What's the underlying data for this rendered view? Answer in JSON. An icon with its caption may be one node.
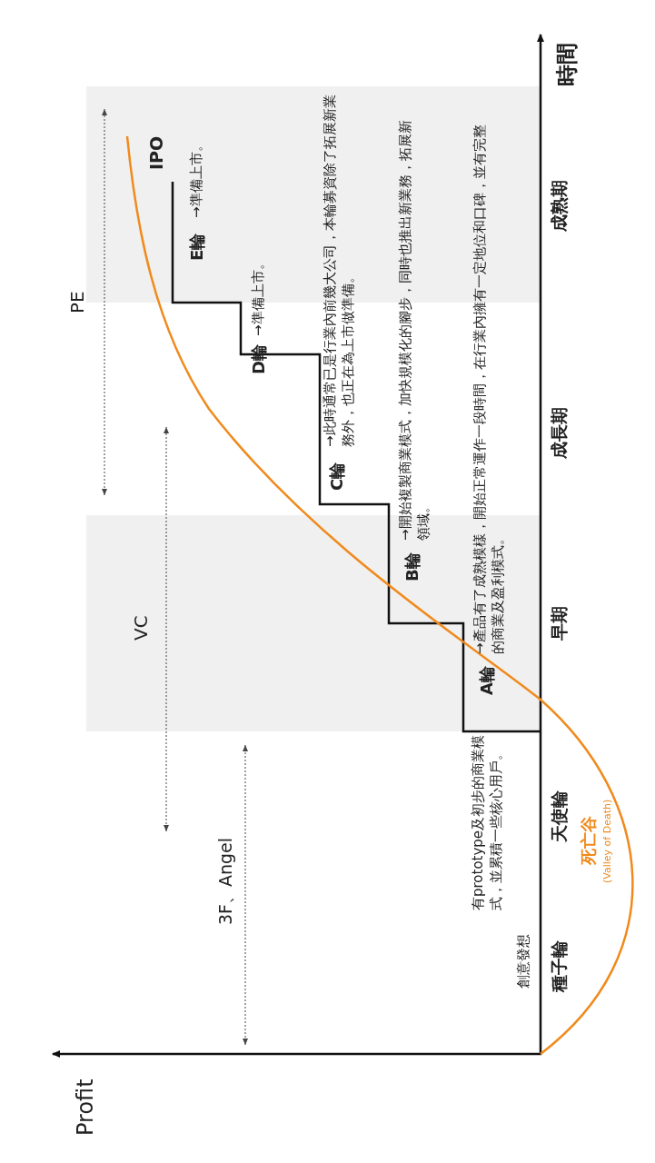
{
  "diagram": {
    "labels": [
      "Profit",
      "時間",
      "PE",
      "VC",
      "3F、Angel",
      "IPO",
      "E輪",
      "→準備上市。",
      "D輪",
      "→準備上市。",
      "C輪",
      "→此時通常已是行業內前幾大公司，本輪募資除了拓展新業務外，也正在為上市做準備。",
      "B輪",
      "→開始複製商業模式，加快規模化的腳步，同時也推出新業務，拓展新領域。",
      "A輪",
      "→產品有了成熟模樣，開始正常運作一段時間，在行業內擁有一定地位和口碑，並有完整的商業及盈利模式。",
      "創意發想",
      "有prototype及初步的商業模式，並累積一些核心用戶。",
      "種子輪",
      "天使輪",
      "早期",
      "成長期",
      "成熟期",
      "死亡谷",
      "(Valley of Death)"
    ]
  }
}
